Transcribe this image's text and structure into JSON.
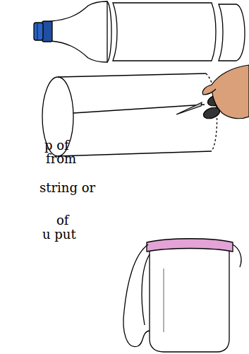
{
  "diagram": {
    "labels": [
      "p of",
      "from",
      "string or",
      "of",
      "u put"
    ]
  }
}
